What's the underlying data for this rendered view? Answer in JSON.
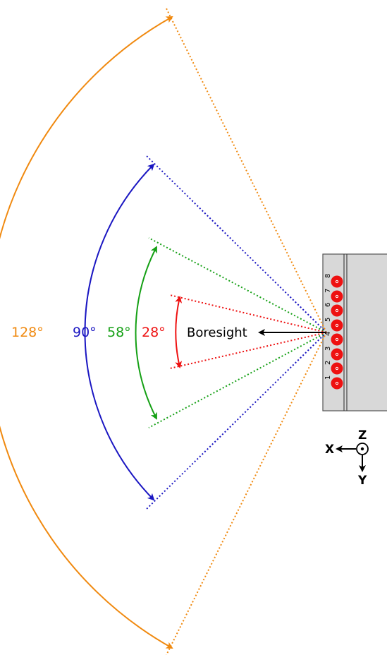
{
  "diagram": {
    "cones": [
      {
        "label": "128°",
        "color": "#f0890f"
      },
      {
        "label": "90°",
        "color": "#1a16c2"
      },
      {
        "label": "58°",
        "color": "#15a015"
      },
      {
        "label": "28°",
        "color": "#ee1111"
      }
    ],
    "boresight_label": "Boresight",
    "device": {
      "body_color": "#d8d8d8",
      "mic_color": "#ee1111",
      "mic_numbers": [
        "1",
        "2",
        "3",
        "4",
        "5",
        "6",
        "7",
        "8"
      ]
    },
    "axes": {
      "x": "X",
      "y": "Y",
      "z": "Z"
    }
  }
}
